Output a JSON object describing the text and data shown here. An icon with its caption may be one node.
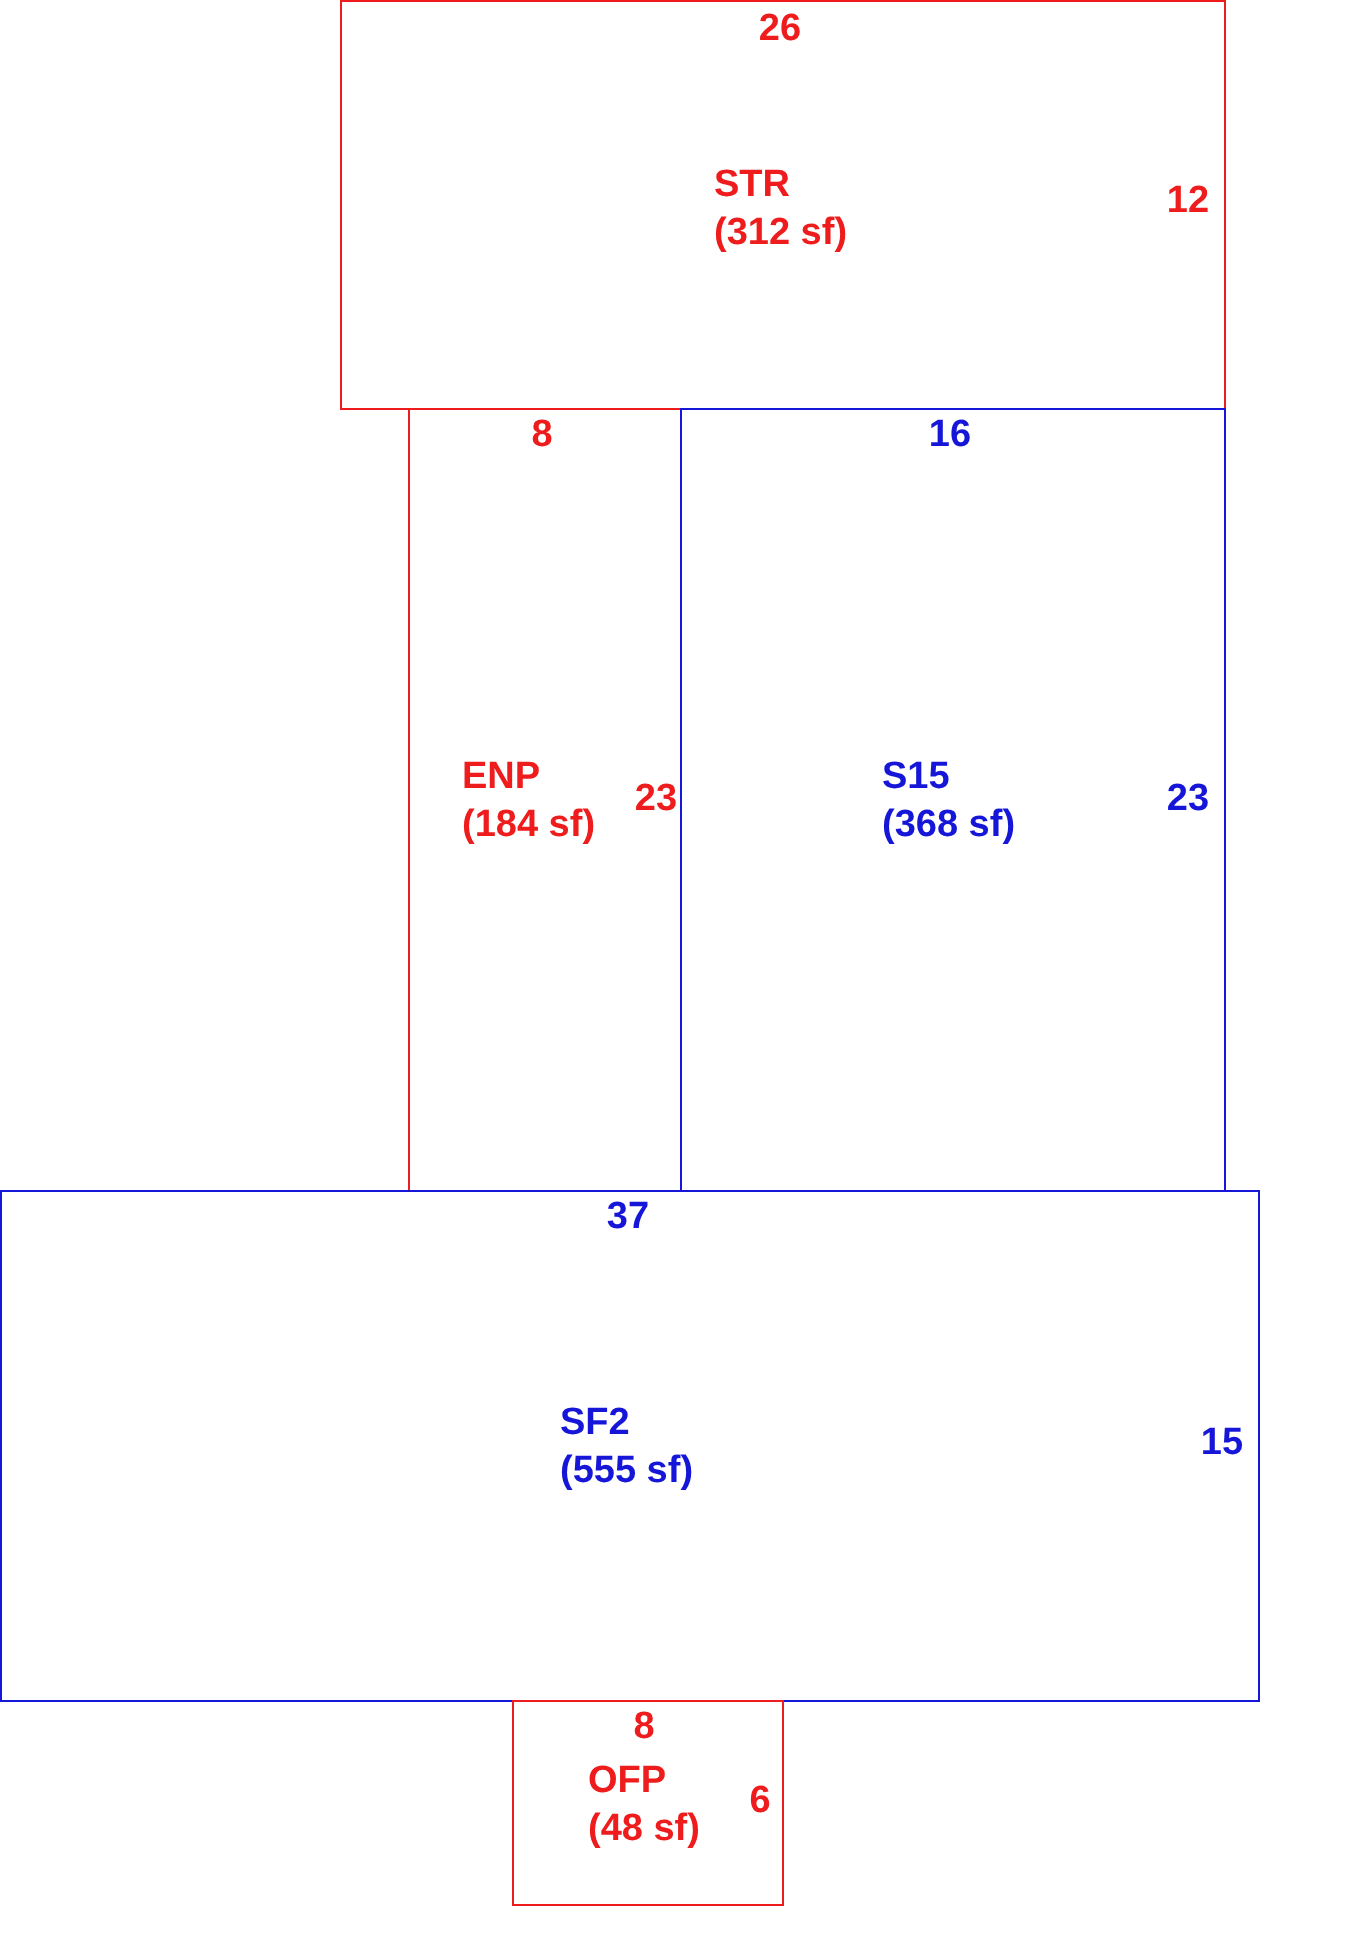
{
  "diagram": {
    "nodes": [
      {
        "text": [
          "STR (312 sf)"
        ]
      },
      {
        "text": [
          "ENP (184 sf)"
        ]
      },
      {
        "text": [
          "S15 (368 sf)"
        ]
      },
      {
        "text": [
          "SF2 (555 sf)"
        ]
      },
      {
        "text": [
          "OFP (48 sf)"
        ]
      }
    ],
    "edges": [],
    "labels": [
      "26",
      "12",
      "8",
      "16",
      "23",
      "23",
      "37",
      "15",
      "8",
      "6"
    ]
  }
}
